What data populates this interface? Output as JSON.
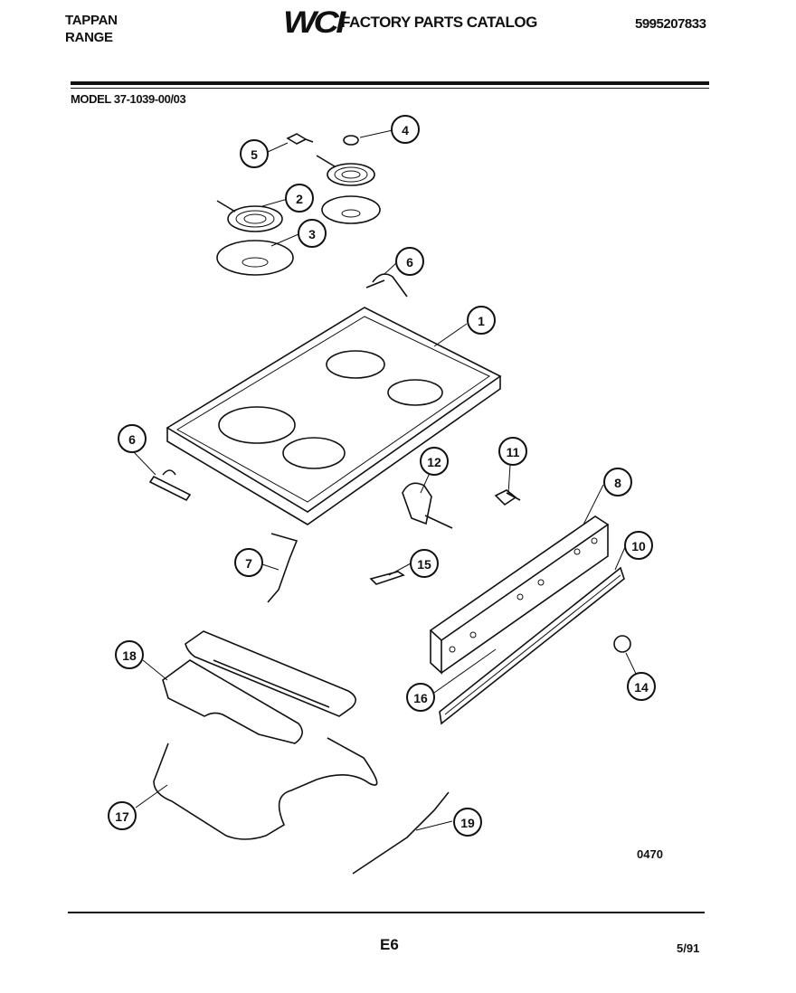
{
  "header": {
    "brand_line1": "TAPPAN",
    "brand_line2": "RANGE",
    "logo": "WCI",
    "catalog_title": "FACTORY PARTS CATALOG",
    "part_number": "5995207833"
  },
  "model_line": "MODEL 37-1039-00/03",
  "footer": {
    "figure_code": "0470",
    "page_label": "E6",
    "date": "5/91"
  },
  "callouts": [
    "1",
    "2",
    "3",
    "4",
    "5",
    "6",
    "6",
    "7",
    "8",
    "10",
    "11",
    "12",
    "14",
    "15",
    "16",
    "17",
    "18",
    "19"
  ]
}
